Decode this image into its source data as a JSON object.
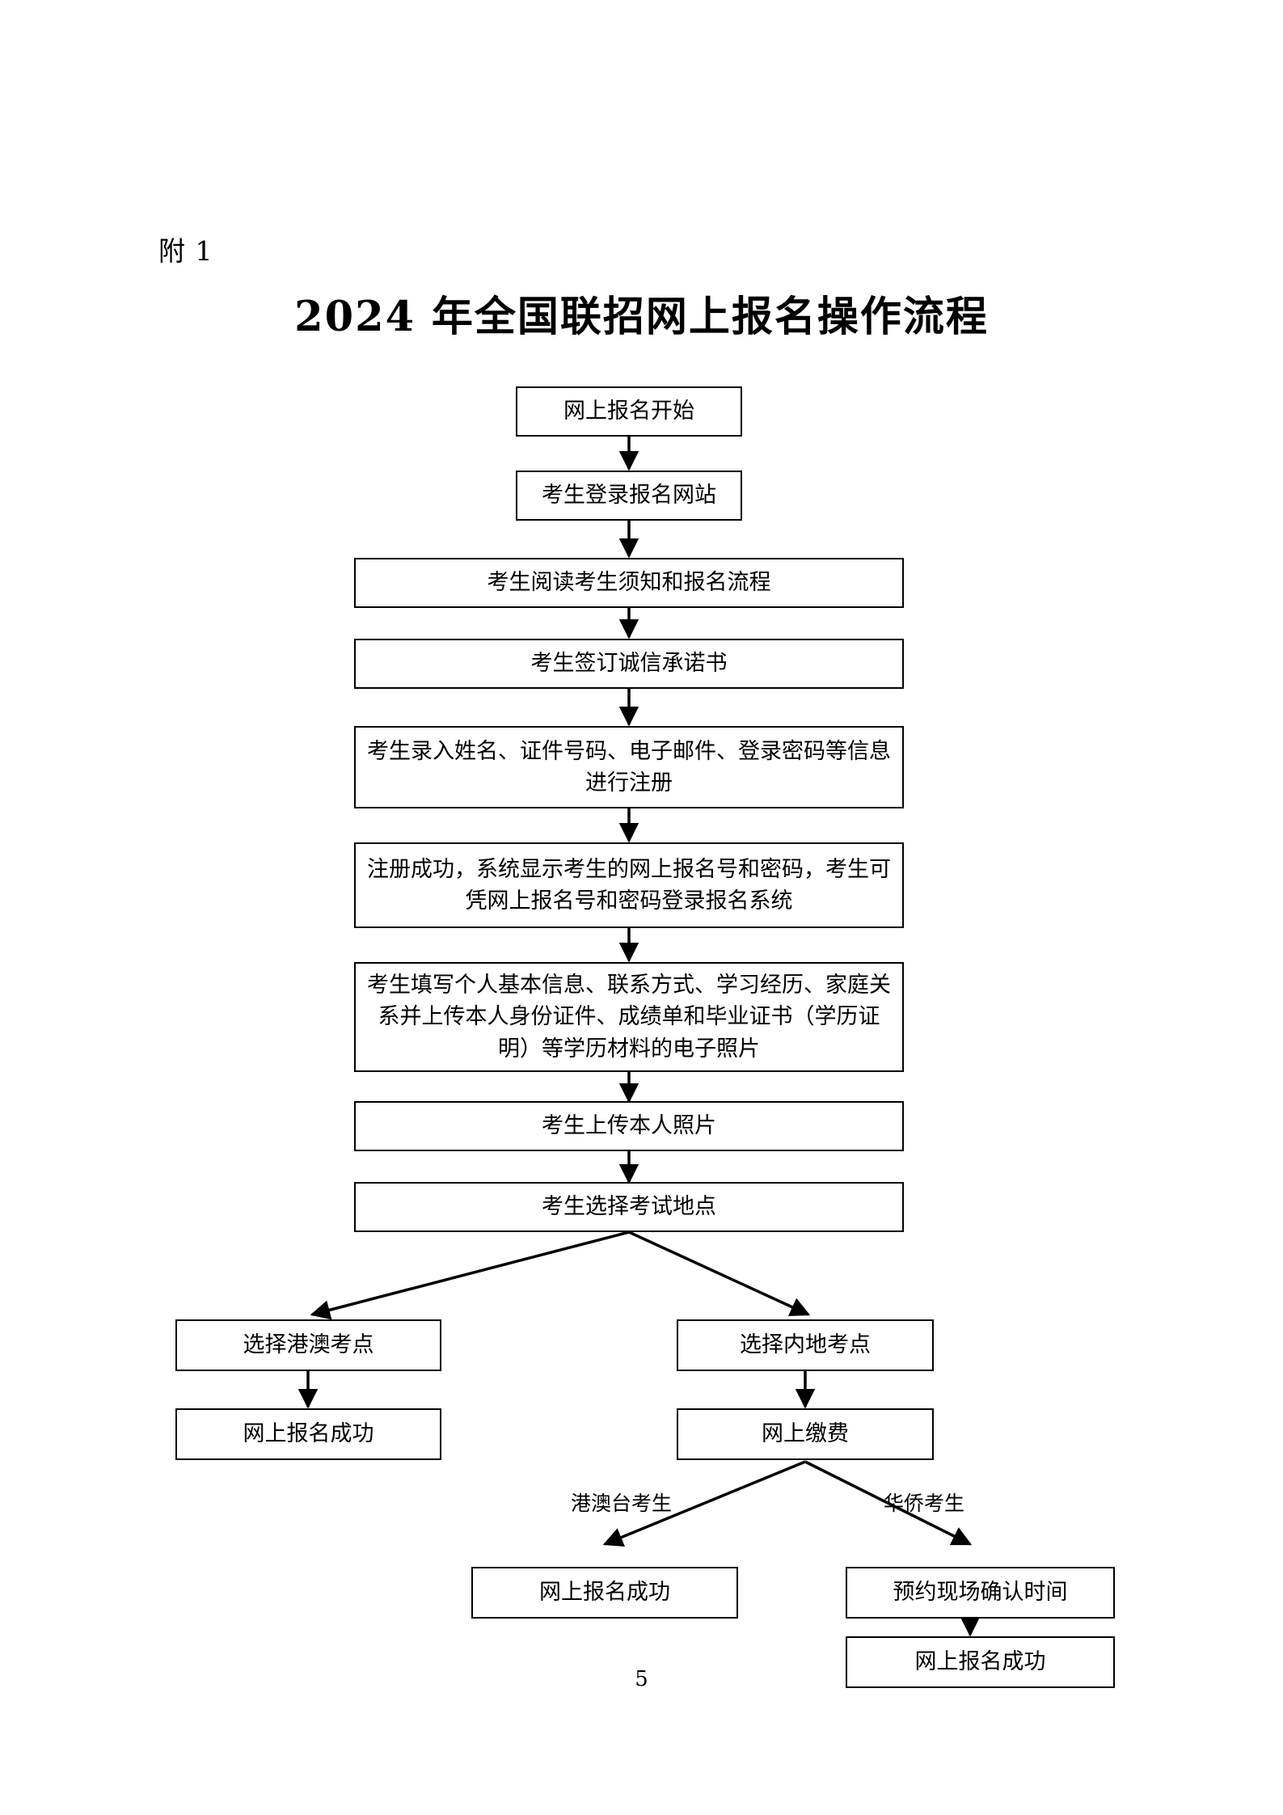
{
  "document": {
    "attachment_label": "附 1",
    "title": "2024 年全国联招网上报名操作流程",
    "page_number": "5"
  },
  "flowchart": {
    "type": "flowchart",
    "orientation": "top-to-bottom",
    "nodes": [
      {
        "id": "start",
        "label": "网上报名开始"
      },
      {
        "id": "login",
        "label": "考生登录报名网站"
      },
      {
        "id": "read",
        "label": "考生阅读考生须知和报名流程"
      },
      {
        "id": "pledge",
        "label": "考生签订诚信承诺书"
      },
      {
        "id": "register",
        "label": "考生录入姓名、证件号码、电子邮件、登录密码等信息进行注册"
      },
      {
        "id": "register_ok",
        "label": "注册成功，系统显示考生的网上报名号和密码，考生可凭网上报名号和密码登录报名系统"
      },
      {
        "id": "fill_info",
        "label": "考生填写个人基本信息、联系方式、学习经历、家庭关系并上传本人身份证件、成绩单和毕业证书（学历证明）等学历材料的电子照片"
      },
      {
        "id": "upload_photo",
        "label": "考生上传本人照片"
      },
      {
        "id": "select_site",
        "label": "考生选择考试地点"
      },
      {
        "id": "site_hkmo",
        "label": "选择港澳考点"
      },
      {
        "id": "site_inland",
        "label": "选择内地考点"
      },
      {
        "id": "success_hkmo",
        "label": "网上报名成功"
      },
      {
        "id": "pay_online",
        "label": "网上缴费"
      },
      {
        "id": "success_hkmt",
        "label": "网上报名成功"
      },
      {
        "id": "book_confirm",
        "label": "预约现场确认时间"
      },
      {
        "id": "success_final",
        "label": "网上报名成功"
      }
    ],
    "edge_labels": [
      {
        "id": "edge-hkmt",
        "label": "港澳台考生"
      },
      {
        "id": "edge-overseas",
        "label": "华侨考生"
      }
    ]
  }
}
